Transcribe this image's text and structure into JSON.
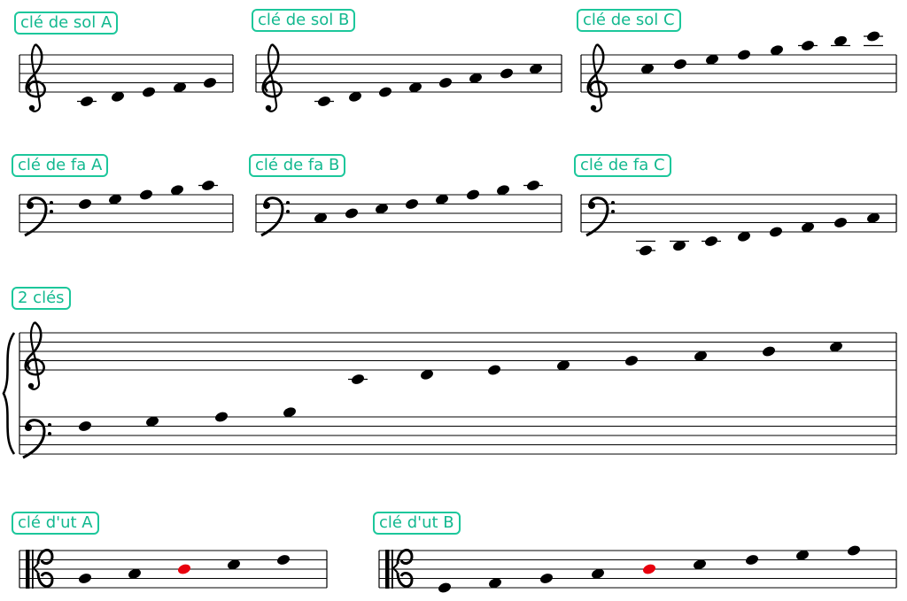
{
  "labels": {
    "sol_a": "clé de sol A",
    "sol_b": "clé de sol B",
    "sol_c": "clé de sol C",
    "fa_a": "clé de fa A",
    "fa_b": "clé de fa B",
    "fa_c": "clé de fa C",
    "two_clefs": "2 clés",
    "ut_a": "clé d'ut A",
    "ut_b": "clé d'ut B"
  },
  "staves": [
    {
      "id": "sol-a",
      "clef": "treble",
      "notes": [
        {
          "pitch": "C4"
        },
        {
          "pitch": "D4"
        },
        {
          "pitch": "E4"
        },
        {
          "pitch": "F4"
        },
        {
          "pitch": "G4"
        }
      ]
    },
    {
      "id": "sol-b",
      "clef": "treble",
      "notes": [
        {
          "pitch": "C4"
        },
        {
          "pitch": "D4"
        },
        {
          "pitch": "E4"
        },
        {
          "pitch": "F4"
        },
        {
          "pitch": "G4"
        },
        {
          "pitch": "A4"
        },
        {
          "pitch": "B4"
        },
        {
          "pitch": "C5"
        }
      ]
    },
    {
      "id": "sol-c",
      "clef": "treble",
      "notes": [
        {
          "pitch": "C5"
        },
        {
          "pitch": "D5"
        },
        {
          "pitch": "E5"
        },
        {
          "pitch": "F5"
        },
        {
          "pitch": "G5"
        },
        {
          "pitch": "A5"
        },
        {
          "pitch": "B5"
        },
        {
          "pitch": "C6"
        }
      ]
    },
    {
      "id": "fa-a",
      "clef": "bass",
      "notes": [
        {
          "pitch": "F3"
        },
        {
          "pitch": "G3"
        },
        {
          "pitch": "A3"
        },
        {
          "pitch": "B3"
        },
        {
          "pitch": "C4"
        }
      ]
    },
    {
      "id": "fa-b",
      "clef": "bass",
      "notes": [
        {
          "pitch": "C3"
        },
        {
          "pitch": "D3"
        },
        {
          "pitch": "E3"
        },
        {
          "pitch": "F3"
        },
        {
          "pitch": "G3"
        },
        {
          "pitch": "A3"
        },
        {
          "pitch": "B3"
        },
        {
          "pitch": "C4"
        }
      ]
    },
    {
      "id": "fa-c",
      "clef": "bass",
      "notes": [
        {
          "pitch": "C2"
        },
        {
          "pitch": "D2"
        },
        {
          "pitch": "E2"
        },
        {
          "pitch": "F2"
        },
        {
          "pitch": "G2"
        },
        {
          "pitch": "A2"
        },
        {
          "pitch": "B2"
        },
        {
          "pitch": "C3"
        }
      ]
    },
    {
      "id": "grand",
      "clef": "grand",
      "notes": [
        {
          "pitch": "F3"
        },
        {
          "pitch": "G3"
        },
        {
          "pitch": "A3"
        },
        {
          "pitch": "B3"
        },
        {
          "pitch": "C4"
        },
        {
          "pitch": "D4"
        },
        {
          "pitch": "E4"
        },
        {
          "pitch": "F4"
        },
        {
          "pitch": "G4"
        },
        {
          "pitch": "A4"
        },
        {
          "pitch": "B4"
        },
        {
          "pitch": "C5"
        }
      ]
    },
    {
      "id": "ut-a",
      "clef": "alto",
      "notes": [
        {
          "pitch": "A3"
        },
        {
          "pitch": "B3"
        },
        {
          "pitch": "C4",
          "highlight": true
        },
        {
          "pitch": "D4"
        },
        {
          "pitch": "E4"
        }
      ]
    },
    {
      "id": "ut-b",
      "clef": "alto",
      "notes": [
        {
          "pitch": "F3"
        },
        {
          "pitch": "G3"
        },
        {
          "pitch": "A3"
        },
        {
          "pitch": "B3"
        },
        {
          "pitch": "C4",
          "highlight": true
        },
        {
          "pitch": "D4"
        },
        {
          "pitch": "E4"
        },
        {
          "pitch": "F4"
        },
        {
          "pitch": "G4"
        }
      ]
    }
  ],
  "colors": {
    "label": "#1cc79b",
    "highlight": "#e8000d",
    "ink": "#000000"
  },
  "icons": {
    "treble": "treble-clef-icon",
    "bass": "bass-clef-icon",
    "alto": "alto-clef-icon",
    "brace": "brace-icon"
  }
}
